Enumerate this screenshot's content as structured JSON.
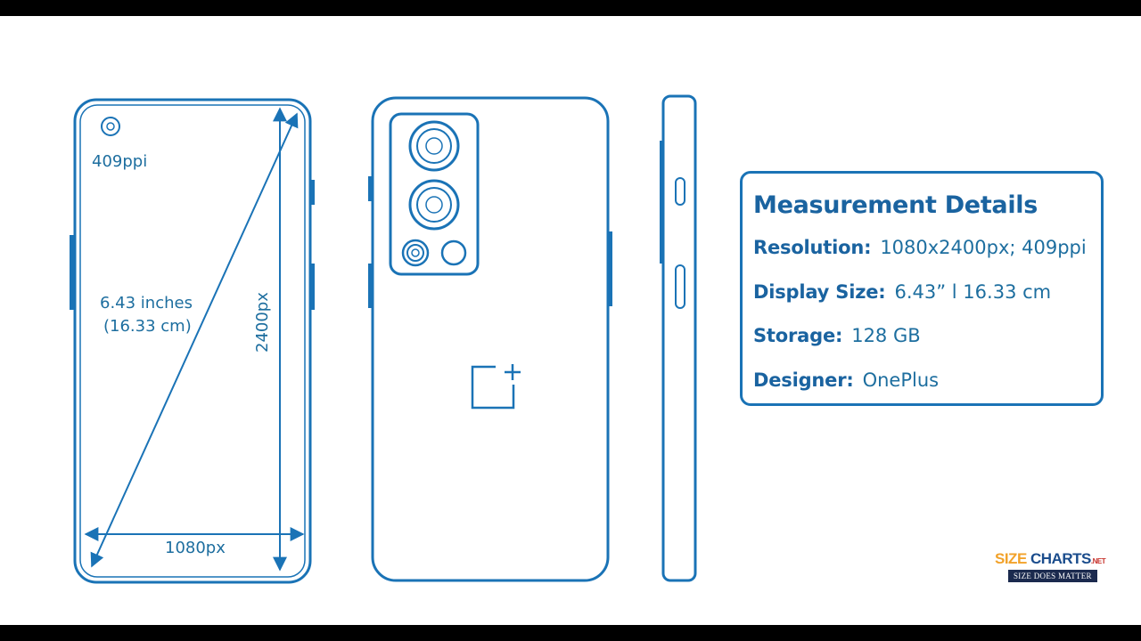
{
  "front": {
    "ppi_label": "409ppi",
    "diagonal_inches": "6.43 inches",
    "diagonal_cm": "(16.33 cm)",
    "height_px_label": "2400px",
    "width_px_label": "1080px"
  },
  "back": {
    "brand_mark": "1+"
  },
  "details": {
    "title": "Measurement Details",
    "rows": [
      {
        "key": "Resolution:",
        "value": "1080x2400px; 409ppi"
      },
      {
        "key": "Display Size:",
        "value": "6.43” l 16.33 cm"
      },
      {
        "key": "Storage:",
        "value": "128 GB"
      },
      {
        "key": "Designer:",
        "value": "OnePlus"
      }
    ]
  },
  "logo": {
    "brand_part1": "SIZE ",
    "brand_part2": "CHARTS",
    "brand_suffix": ".NET",
    "tagline": "SIZE DOES MATTER"
  },
  "colors": {
    "outline": "#1a73b6",
    "text": "#1d6e9f",
    "heading": "#1a63a0"
  }
}
